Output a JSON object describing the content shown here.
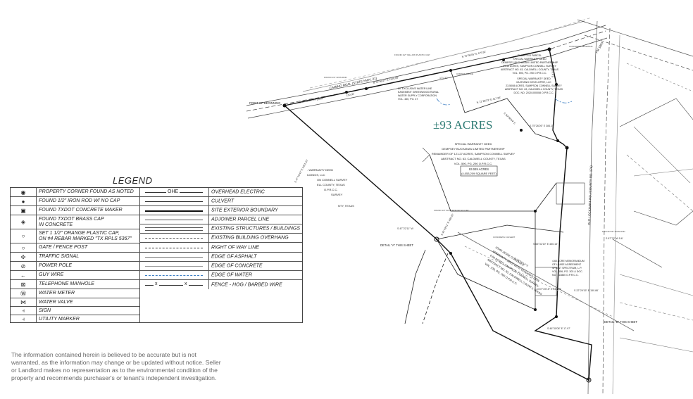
{
  "map": {
    "acres_label": "±93 ACRES",
    "road_name": "CAMINO REAL (STATE HWY. 21)",
    "point_of_beginning": "POINT OF BEGINNING",
    "fm_label": "FM 1854",
    "county_road": "OLD LOCKHART RD. (COUNTY RD. 176)",
    "main_deed": [
      "SPECIAL WARRANTY DEED",
      "DEMPSEY BUCHANAN LIMITED PARTNERSHIP",
      "REMAINDER OF 121.27 ACRES, SAMPSON CONNELL SURVEY",
      "ABSTRACT NO. 63, CALDWELL COUNTY, TEXAS",
      "VOL. 590, PG. 290 O.P.R.C.C."
    ],
    "area_box": [
      "93.049 ACRES",
      "(4,053,209 SQUARE FEET)"
    ],
    "excepted_parcel": [
      "EXCEPTED PARCEL",
      "SPECIAL WARRANTY DEED",
      "DEMPSEY BUCHANAN LIMITED PARTNERSHIP",
      "23.50 ACRES, SAMPSON CONNELL SURVEY",
      "ABSTRACT NO. 63, CALDWELL COUNTY, TEXAS",
      "VOL. 590, PG. 290 O.P.R.C.C.",
      "SPECIAL WARRANTY DEED",
      "MUSTANG DEVELOPER, LLC",
      "23.5008 ACRES, SAMPSON CONNELL SURVEY",
      "ABSTRACT NO. 63, CALDWELL COUNTY, TEXAS",
      "DOC. NO. 2020-000008 O.P.R.C.C."
    ],
    "water_easement": [
      "20' EXCLUSIVE WATER LINE",
      "EASEMENT GREENWOOD RURAL",
      "WATER SUPPLY CORPORATION",
      "VOL. 430, PG. 47"
    ],
    "left_deed": [
      ". WARRANTY DEED",
      "ILDINGS, LLC",
      "ON CONNELL SURVEY",
      "ELL COUNTY, TEXAS",
      "O.P.R.C.C.",
      "SURVEY",
      "NTY, TEXAS"
    ],
    "memorandum": [
      "4.60 ACRE MEMORANDUM",
      "OF LEASE AGREEMENT",
      "SPRINT SPECTRUM, L.P.",
      "VOL. 156, PG. 303 & DOC.",
      "NO. 113860 O.P.R.C.C."
    ],
    "diag_deed": [
      "JOHN JESSE GONZALES",
      "WARRANTY DEED WITH VENDOR'S LIEN",
      "0.93 ACRES, SAMPSON CONNELL SURVEY",
      "ABSTRACT NO. 63, CALDWELL COUNTY, TEXAS",
      "VOL. 233, PG. 265 O.P.R.C.C."
    ],
    "details": [
      "DETAIL \"A\" THIS SHEET",
      "DETAIL \"B\" THIS SHEET"
    ],
    "bearings": [
      "N 75°43'01\" E",
      "N 72°06'47\" E 1105.96'",
      "N 76°36'05\" E 475.92'",
      "N 72°28'23\" E 417.96'",
      "S 75°26'26\" E 384.15'",
      "S 30°38'04\" E",
      "S 47°28'15\" E",
      "S 22°29'15\" E 150.86'",
      "S 65°32'19\" E 450.15'",
      "N 87°19'15\" E 449.95'",
      "S 46°30'08\" E 17.97'",
      "N 78°51'13\" E",
      "S 47°22'11\" W",
      "S 45°49'11\" E 486.20'",
      "S 47°18'43\" E 2051.10'",
      "S 87°22' W 5.6'",
      "724.51'",
      "100.00'",
      "171.37'"
    ],
    "small_notes": [
      "FOUND 1/2\" YELLOW PLASTIC CAP",
      "FOUND 1/2\" IRON ROD",
      "CONCRETE HEADWALL",
      "CORNER FENCE",
      "FOUND 1/2\" IRON ROD W/ NO CAP",
      "CONCRETE CULVERT",
      "FOUND 5/8\" IRON ROD"
    ]
  },
  "legend": {
    "title": "LEGEND",
    "left": [
      {
        "icon": "property-corner-icon",
        "label": "PROPERTY CORNER FOUND AS NOTED"
      },
      {
        "icon": "iron-rod-icon",
        "label": "FOUND 1/2\" IRON ROD W/ NO CAP"
      },
      {
        "icon": "txdot-concrete-icon",
        "label": "FOUND TXDOT CONCRETE MAKER"
      },
      {
        "icon": "txdot-brass-cap-icon",
        "label": "FOUND TXDOT BRASS CAP\nIN CONCRETE"
      },
      {
        "icon": "orange-cap-icon",
        "label": "SET 1 1/2\" ORANGE PLASTIC CAP,\nON #4 REBAR MARKED \"TX RPLS 5367\""
      },
      {
        "icon": "gate-post-icon",
        "label": "GATE / FENCE POST"
      },
      {
        "icon": "traffic-signal-icon",
        "label": "TRAFFIC SIGNAL"
      },
      {
        "icon": "power-pole-icon",
        "label": "POWER POLE"
      },
      {
        "icon": "guy-wire-icon",
        "label": "GUY WIRE"
      },
      {
        "icon": "telephone-manhole-icon",
        "label": "TELEPHONE MANHOLE"
      },
      {
        "icon": "water-meter-icon",
        "label": "WATER METER"
      },
      {
        "icon": "water-valve-icon",
        "label": "WATER VALVE"
      },
      {
        "icon": "sign-icon",
        "label": "SIGN"
      },
      {
        "icon": "utility-marker-icon",
        "label": "UTILITY MARKER"
      }
    ],
    "right": [
      {
        "style": "ohe",
        "text": "OHE",
        "label": "OVERHEAD ELECTRIC"
      },
      {
        "style": "culvert",
        "text": "",
        "label": "CULVERT"
      },
      {
        "style": "boundary",
        "text": "",
        "label": "SITE EXTERIOR BOUNDARY"
      },
      {
        "style": "adjoiner",
        "text": "",
        "label": "ADJOINER PARCEL LINE"
      },
      {
        "style": "structures",
        "text": "",
        "label": "EXISTING STRUCTURES / BUILDINGS"
      },
      {
        "style": "overhang",
        "text": "",
        "label": "EXISTING BUILDING OVERHANG"
      },
      {
        "style": "row",
        "text": "",
        "label": "RIGHT OF WAY LINE"
      },
      {
        "style": "asphalt",
        "text": "",
        "label": "EDGE OF ASPHALT"
      },
      {
        "style": "concrete",
        "text": "",
        "label": "EDGE OF CONCRETE"
      },
      {
        "style": "water",
        "text": "",
        "label": "EDGE OF  WATER"
      },
      {
        "style": "fence",
        "text": "x",
        "label": "FENCE - HOG / BARBED WIRE"
      }
    ]
  },
  "disclaimer": "The information contained herein is believed to be accurate but is not warranted, as the information may change or be updated without notice. Seller or Landlord makes no representation as to the environmental condition of the property and recommends purchaser's or tenant's independent investigation.",
  "colors": {
    "acres": "#2e7b74",
    "line": "#222222",
    "grid": "#9a9a9a",
    "water": "#3d7fc4"
  }
}
